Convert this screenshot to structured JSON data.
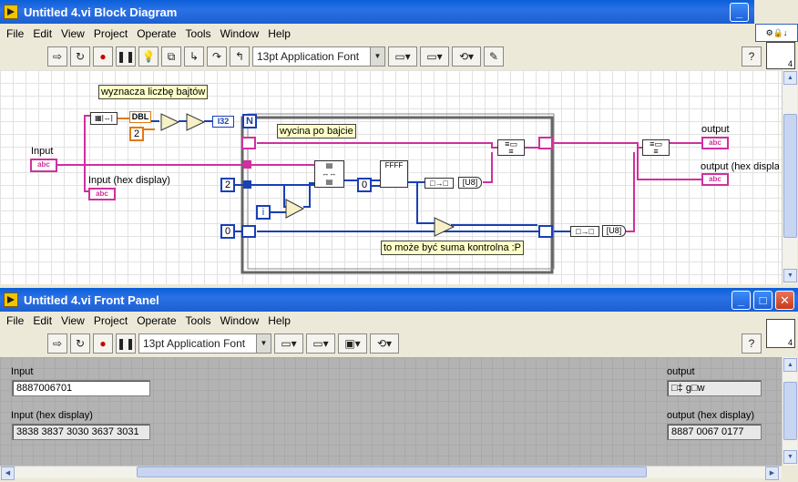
{
  "block_diagram": {
    "title": "Untitled 4.vi Block Diagram",
    "menu": [
      "File",
      "Edit",
      "View",
      "Project",
      "Operate",
      "Tools",
      "Window",
      "Help"
    ],
    "font_selector": "13pt Application Font",
    "comments": {
      "bytes_count": "wyznacza liczbę bajtów",
      "cut_per_byte": "wycina po bajcie",
      "checksum": "to może być suma kontrolna :P"
    },
    "labels": {
      "input": "Input",
      "input_hex": "Input (hex display)",
      "output": "output",
      "output_hex": "output (hex displa"
    },
    "nodes": {
      "dbl": "DBL",
      "i32": "I32",
      "n": "N",
      "i": "i",
      "const_2a": "2",
      "const_2b": "2",
      "const_0a": "0",
      "const_0b": "0",
      "abc": "abc",
      "ff": "FFFF"
    }
  },
  "front_panel": {
    "title": "Untitled 4.vi Front Panel",
    "menu": [
      "File",
      "Edit",
      "View",
      "Project",
      "Operate",
      "Tools",
      "Window",
      "Help"
    ],
    "font_selector": "13pt Application Font",
    "input_label": "Input",
    "input_value": "8887006701",
    "input_hex_label": "Input (hex display)",
    "input_hex_value": "3838 3837 3030 3637 3031",
    "output_label": "output",
    "output_value": "□‡ g□w",
    "output_hex_label": "output (hex display)",
    "output_hex_value": "8887 0067 0177"
  },
  "context_help_badge": "4",
  "colors": {
    "titlebar": "#2b71e6",
    "string_wire": "#d0309e",
    "numeric_wire": "#1a3fb5",
    "orange_wire": "#e07a10"
  }
}
